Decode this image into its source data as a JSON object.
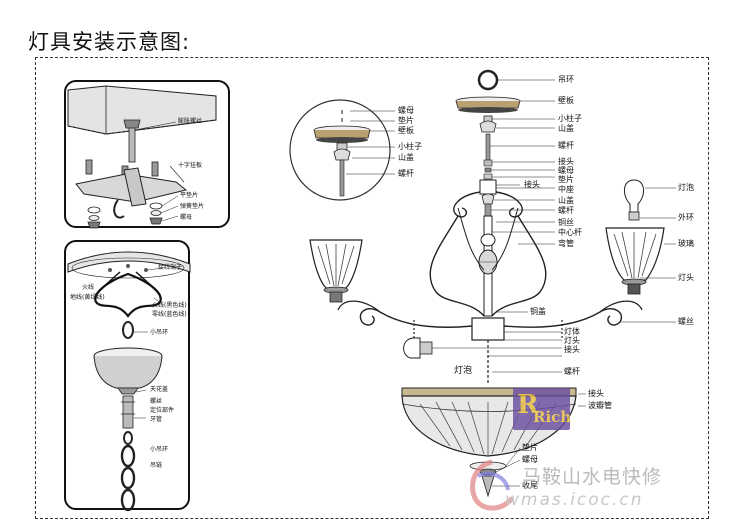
{
  "title": "灯具安装示意图:",
  "panel_top_labels": {
    "expansion_screw": "膨胀螺丝",
    "cross_plate": "十字挂板",
    "flat_washer": "平垫片",
    "spring_washer": "弹簧垫片",
    "nut": "螺母"
  },
  "panel_bottom_labels": {
    "wire_connector": "接线端子",
    "fire_wire": "火线(黑色线)",
    "neutral_wire": "零线(蓝色线)",
    "earth_wire": "地线(黄绿线)",
    "live_line": "火线",
    "small_ring_1": "小吊环",
    "ceiling_cup": "天花盖",
    "screw": "螺丝",
    "fixed_part": "定位部件",
    "rod": "牙管",
    "small_ring_2": "小吊环",
    "chain": "吊链"
  },
  "inset_labels": {
    "nut": "螺母",
    "washer": "垫片",
    "wall_plate": "壁板",
    "small_post": "小柱子",
    "cap": "山盖",
    "rod": "螺杆"
  },
  "main_labels": {
    "hanging_ring": "吊环",
    "wall_plate": "壁板",
    "small_post": "小柱子",
    "cap": "山盖",
    "rod_top": "螺杆",
    "connector": "接头",
    "nut": "螺母",
    "washer": "垫片",
    "center_seat": "中座",
    "cap2": "山盖",
    "rod2": "螺杆",
    "copper_ring": "铜丝",
    "center_rod": "中心杆",
    "bent_tube": "弯管",
    "connector_right": "接头",
    "bulb_right": "灯泡",
    "outer_ring": "外环",
    "glass": "玻璃",
    "lamp_head_right": "灯头",
    "screw_thread": "螺丝",
    "copper_cover": "铜盖",
    "lamp_body": "灯体",
    "lamp_head": "灯头",
    "connector_lower": "接头",
    "bulb_left": "灯泡",
    "rod_lower": "螺杆",
    "connector_bowl": "接头",
    "wave_tube": "波瓣管",
    "bottom_washer": "垫片",
    "bottom_nut": "螺母",
    "finial": "收尾"
  },
  "watermark": {
    "logo_letter": "R",
    "logo_text": "Rich",
    "site_name": "马鞍山水电快修",
    "site_url": "wmas.icoc.cn"
  }
}
